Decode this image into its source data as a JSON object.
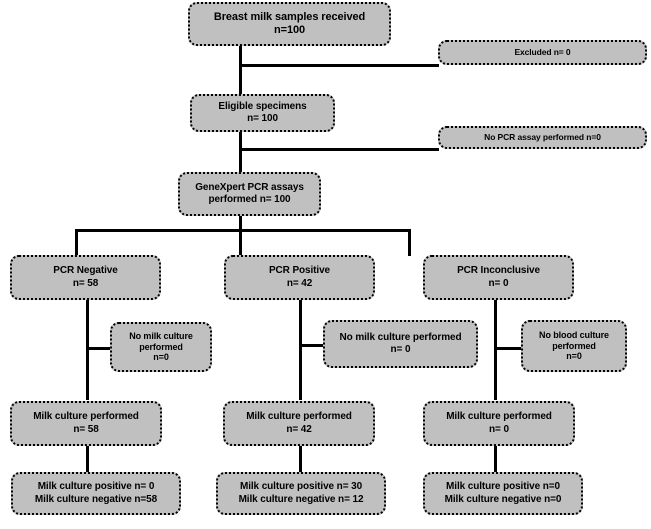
{
  "diagram": {
    "title": "Breast milk sample PCR and culture flow diagram",
    "fill_color": "#c0c0c0",
    "border_color": "#000000",
    "line_color": "#000000",
    "background": "#ffffff"
  },
  "nodes": {
    "received": {
      "line1": "Breast milk samples received",
      "line2": "n=100"
    },
    "excluded": {
      "line1": "Excluded n= 0"
    },
    "eligible": {
      "line1": "Eligible specimens",
      "line2": "n= 100"
    },
    "no_pcr": {
      "line1": "No PCR assay performed n=0"
    },
    "genexpert": {
      "line1": "GeneXpert PCR assays",
      "line2": "performed n= 100"
    },
    "pcr_negative": {
      "line1": "PCR Negative",
      "line2": "n= 58"
    },
    "pcr_positive": {
      "line1": "PCR Positive",
      "line2": "n= 42"
    },
    "pcr_inconclusive": {
      "line1": "PCR Inconclusive",
      "line2": "n= 0"
    },
    "no_milk_culture_left": {
      "line1": "No milk culture",
      "line2": "performed",
      "line3": "n=0"
    },
    "no_milk_culture_mid": {
      "line1": "No milk culture performed",
      "line2": "n= 0"
    },
    "no_blood_culture_right": {
      "line1": "No blood culture",
      "line2": "performed",
      "line3": "n=0"
    },
    "milk_culture_performed_left": {
      "line1": "Milk culture performed",
      "line2": "n= 58"
    },
    "milk_culture_performed_mid": {
      "line1": "Milk culture performed",
      "line2": "n= 42"
    },
    "milk_culture_performed_right": {
      "line1": "Milk culture performed",
      "line2": "n= 0"
    },
    "results_left": {
      "line1": "Milk culture positive n= 0",
      "line2": "Milk culture negative n=58"
    },
    "results_mid": {
      "line1": "Milk culture positive n= 30",
      "line2": "Milk culture negative n= 12"
    },
    "results_right": {
      "line1": "Milk culture positive n=0",
      "line2": "Milk culture negative n=0"
    }
  }
}
